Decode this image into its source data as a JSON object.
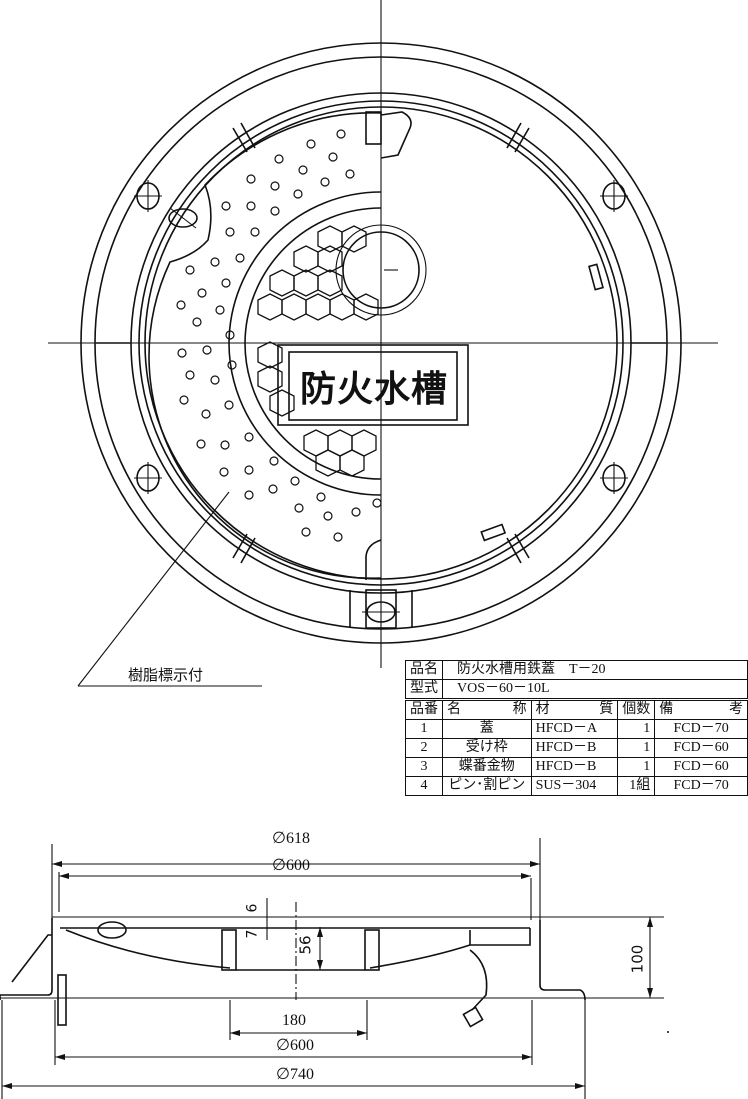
{
  "plan_view": {
    "plate_text": "防火水槽",
    "leader_label": "樹脂標示付"
  },
  "parts_table": {
    "product_name_label": "品名",
    "product_name": "防火水槽用鉄蓋　T－20",
    "model_label": "型式",
    "model": "VOS－60－10L",
    "headers": {
      "no": "品番",
      "name_a": "名",
      "name_b": "称",
      "material_a": "材",
      "material_b": "質",
      "qty": "個数",
      "remarks_a": "備",
      "remarks_b": "考"
    },
    "rows": [
      {
        "no": "1",
        "name": "蓋",
        "material": "HFCD－A",
        "qty": "1",
        "remarks": "FCD－70"
      },
      {
        "no": "2",
        "name": "受け枠",
        "material": "HFCD－B",
        "qty": "1",
        "remarks": "FCD－60"
      },
      {
        "no": "3",
        "name": "蝶番金物",
        "material": "HFCD－B",
        "qty": "1",
        "remarks": "FCD－60"
      },
      {
        "no": "4",
        "name": "ピン･割ピン",
        "material": "SUS－304",
        "qty": "1組",
        "remarks": "FCD－70"
      }
    ]
  },
  "section_view": {
    "dimensions": {
      "outer_top": "∅618",
      "cover_top": "∅600",
      "rib_gap": "6",
      "rib_depth": "7",
      "center_depth": "56",
      "height": "100",
      "center_width": "180",
      "frame_inner": "∅600",
      "flange_outer": "∅740"
    }
  }
}
